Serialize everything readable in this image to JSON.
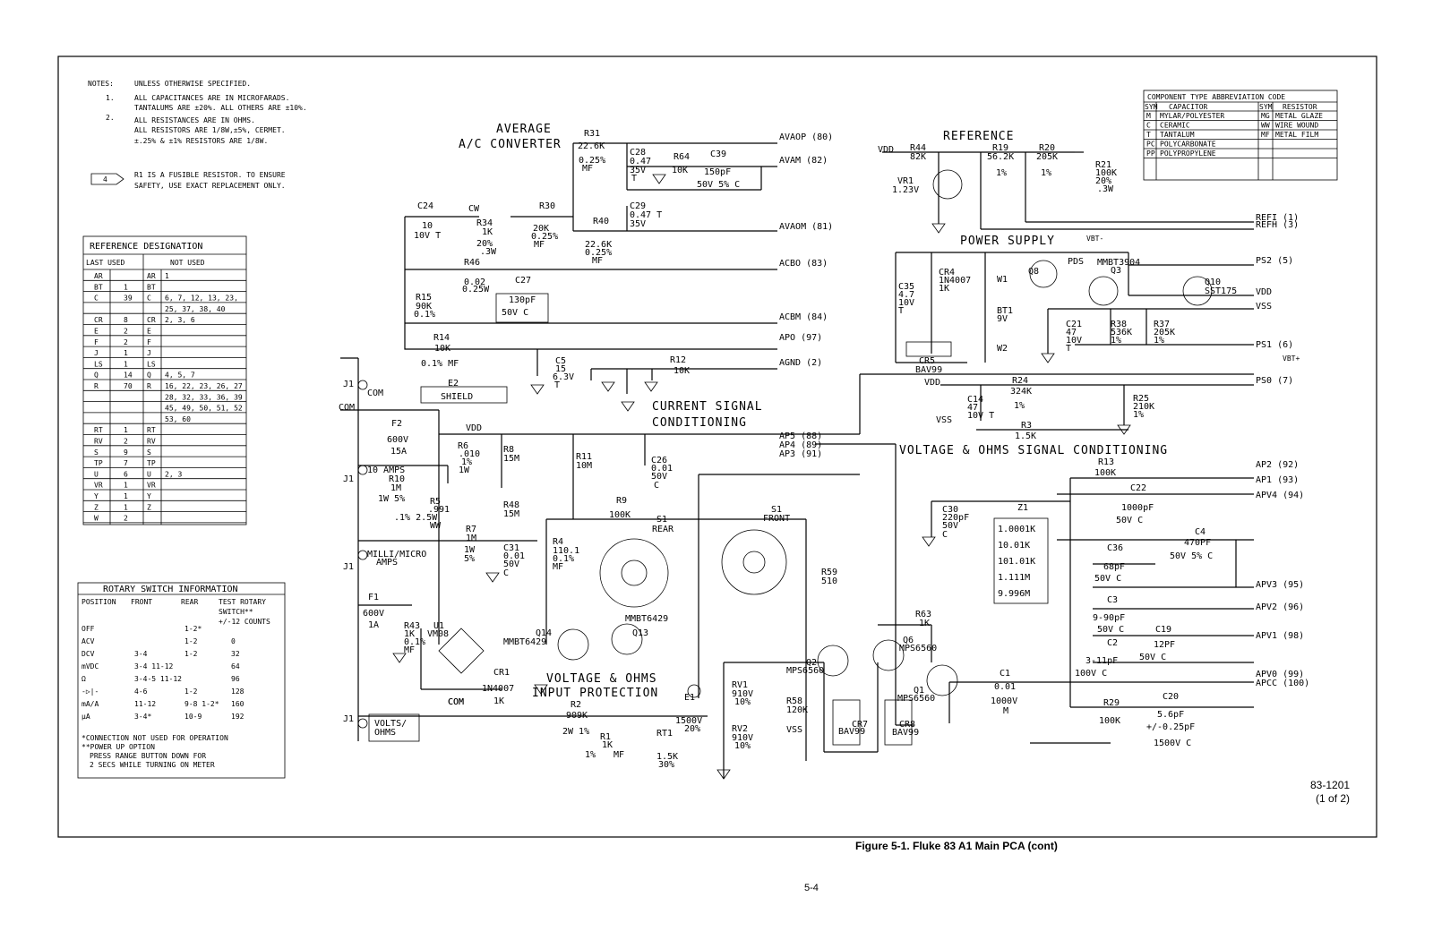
{
  "notes": {
    "heading": "NOTES:",
    "intro": "UNLESS OTHERWISE SPECIFIED.",
    "n1_num": "1.",
    "n1_a": "ALL CAPACITANCES ARE IN MICROFARADS.",
    "n1_b": "TANTALUMS ARE ±20%. ALL OTHERS ARE ±10%.",
    "n2_num": "2.",
    "n2_a": "ALL RESISTANCES ARE IN OHMS.",
    "n2_b": "ALL RESISTORS ARE 1/8W,±5%, CERMET.",
    "n2_c": "±.25% & ±1% RESISTORS ARE 1/8W.",
    "fuse_tag": "4",
    "fuse_a": "R1 IS A FUSIBLE RESISTOR. TO ENSURE",
    "fuse_b": "SAFETY, USE EXACT REPLACEMENT ONLY."
  },
  "ref_table": {
    "title": "REFERENCE DESIGNATION",
    "h_last": "LAST USED",
    "h_not": "NOT USED",
    "rows": [
      {
        "d": "AR",
        "n": "",
        "d2": "AR",
        "x": "1"
      },
      {
        "d": "BT",
        "n": "1",
        "d2": "BT",
        "x": ""
      },
      {
        "d": "C",
        "n": "39",
        "d2": "C",
        "x": "6, 7, 12, 13, 23,"
      },
      {
        "d": "",
        "n": "",
        "d2": "",
        "x": "25, 37, 38, 40"
      },
      {
        "d": "CR",
        "n": "8",
        "d2": "CR",
        "x": "2, 3, 6"
      },
      {
        "d": "E",
        "n": "2",
        "d2": "E",
        "x": ""
      },
      {
        "d": "F",
        "n": "2",
        "d2": "F",
        "x": ""
      },
      {
        "d": "J",
        "n": "1",
        "d2": "J",
        "x": ""
      },
      {
        "d": "LS",
        "n": "1",
        "d2": "LS",
        "x": ""
      },
      {
        "d": "Q",
        "n": "14",
        "d2": "Q",
        "x": "4, 5, 7"
      },
      {
        "d": "R",
        "n": "70",
        "d2": "R",
        "x": "16, 22, 23, 26, 27"
      },
      {
        "d": "",
        "n": "",
        "d2": "",
        "x": "28, 32, 33, 36, 39"
      },
      {
        "d": "",
        "n": "",
        "d2": "",
        "x": "45, 49, 50, 51, 52"
      },
      {
        "d": "",
        "n": "",
        "d2": "",
        "x": "53, 60"
      },
      {
        "d": "RT",
        "n": "1",
        "d2": "RT",
        "x": ""
      },
      {
        "d": "RV",
        "n": "2",
        "d2": "RV",
        "x": ""
      },
      {
        "d": "S",
        "n": "9",
        "d2": "S",
        "x": ""
      },
      {
        "d": "TP",
        "n": "7",
        "d2": "TP",
        "x": ""
      },
      {
        "d": "U",
        "n": "6",
        "d2": "U",
        "x": "2, 3"
      },
      {
        "d": "VR",
        "n": "1",
        "d2": "VR",
        "x": ""
      },
      {
        "d": "Y",
        "n": "1",
        "d2": "Y",
        "x": ""
      },
      {
        "d": "Z",
        "n": "1",
        "d2": "Z",
        "x": ""
      },
      {
        "d": "W",
        "n": "2",
        "d2": "",
        "x": ""
      }
    ]
  },
  "rotary": {
    "title": "ROTARY SWITCH INFORMATION",
    "h_pos": "POSITION",
    "h_front": "FRONT",
    "h_rear": "REAR",
    "h_test1": "TEST ROTARY",
    "h_test2": "SWITCH**",
    "h_test3": "+/-12 COUNTS",
    "rows": [
      {
        "p": "OFF",
        "f": "",
        "r": "1-2*",
        "t": ""
      },
      {
        "p": "ACV",
        "f": "",
        "r": "1-2",
        "t": "0"
      },
      {
        "p": "DCV",
        "f": "3-4",
        "r": "1-2",
        "t": "32"
      },
      {
        "p": "mVDC",
        "f": "3-4 11-12",
        "r": "",
        "t": "64"
      },
      {
        "p": "Ω",
        "f": "3-4-5 11-12",
        "r": "",
        "t": "96"
      },
      {
        "p": "-▷|-",
        "f": "4-6",
        "r": "1-2",
        "t": "128"
      },
      {
        "p": "mA/A",
        "f": "11-12",
        "r": "9-8 1-2*",
        "t": "160"
      },
      {
        "p": "μA",
        "f": "3-4*",
        "r": "10-9",
        "t": "192"
      }
    ],
    "foot1": "*CONNECTION NOT USED FOR OPERATION",
    "foot2": "**POWER UP OPTION",
    "foot3": "PRESS RANGE BUTTON DOWN FOR",
    "foot4": "2 SECS WHILE TURNING ON METER"
  },
  "abbrev": {
    "title": "COMPONENT TYPE ABBREVIATION CODE",
    "h_sym": "SYM",
    "h_cap": "CAPACITOR",
    "h_sym2": "SYM",
    "h_res": "RESISTOR",
    "rows": [
      {
        "s": "M",
        "c": "MYLAR/POLYESTER",
        "s2": "MG",
        "r": "METAL GLAZE"
      },
      {
        "s": "C",
        "c": "CERAMIC",
        "s2": "WW",
        "r": "WIRE WOUND"
      },
      {
        "s": "T",
        "c": "TANTALUM",
        "s2": "MF",
        "r": "METAL FILM"
      },
      {
        "s": "PC",
        "c": "POLYCARBONATE",
        "s2": "",
        "r": ""
      },
      {
        "s": "PP",
        "c": "POLYPROPYLENE",
        "s2": "",
        "r": ""
      }
    ]
  },
  "sections": {
    "avg1": "AVERAGE",
    "avg2": "A/C CONVERTER",
    "current1": "CURRENT SIGNAL",
    "current2": "CONDITIONING",
    "reference": "REFERENCE",
    "power": "POWER SUPPLY",
    "vohms": "VOLTAGE & OHMS   SIGNAL CONDITIONING",
    "input1": "VOLTAGE & OHMS",
    "input2": "INPUT PROTECTION"
  },
  "nets": {
    "avaop": "AVAOP (80)",
    "avam": "AVAM (82)",
    "avaom": "AVAOM (81)",
    "acbo": "ACBO (83)",
    "acbm": "ACBM (84)",
    "apo": "APO (97)",
    "agnd": "AGND (2)",
    "ap5": "AP5 (88)",
    "ap4": "AP4 (89)",
    "ap3": "AP3 (91)",
    "refi": "REFI (1)",
    "refh": "REFH (3)",
    "ps2": "PS2 (5)",
    "vdd": "VDD",
    "vss": "VSS",
    "ps1": "PS1 (6)",
    "ps0": "PS0 (7)",
    "vbtm": "VBT-",
    "vbtp": "VBT+",
    "ap2": "AP2 (92)",
    "ap1": "AP1 (93)",
    "apv4": "APV4 (94)",
    "apv3": "APV3 (95)",
    "apv2": "APV2 (96)",
    "apv1": "APV1 (98)",
    "apv0": "APV0 (99)",
    "apcc": "APCC (100)",
    "com": "COM",
    "pds": "PDS"
  },
  "connectors": {
    "j1": "J1",
    "com": "COM",
    "shield_e": "E2",
    "shield": "SHIELD",
    "amps10": "10 AMPS",
    "milli1": "MILLI/MICRO",
    "milli2": "AMPS",
    "volts1": "VOLTS/",
    "volts2": "OHMS"
  },
  "parts": [
    {
      "k": "c24",
      "t": "C24"
    },
    {
      "k": "c24v",
      "t": "10"
    },
    {
      "k": "c24r",
      "t": "10V   T"
    },
    {
      "k": "cw",
      "t": "CW"
    },
    {
      "k": "r34",
      "t": "R34"
    },
    {
      "k": "r34v",
      "t": "1K"
    },
    {
      "k": "r34a",
      "t": "20%"
    },
    {
      "k": "r34b",
      "t": ".3W"
    },
    {
      "k": "r30",
      "t": "R30"
    },
    {
      "k": "r30v",
      "t": "20K"
    },
    {
      "k": "r30a",
      "t": "0.25%"
    },
    {
      "k": "r30b",
      "t": "MF"
    },
    {
      "k": "r31",
      "t": "R31"
    },
    {
      "k": "r31v",
      "t": "22.6K"
    },
    {
      "k": "r31a",
      "t": "0.25%"
    },
    {
      "k": "r31b",
      "t": "MF"
    },
    {
      "k": "c28",
      "t": "C28"
    },
    {
      "k": "c28v",
      "t": "0.47"
    },
    {
      "k": "c28a",
      "t": "35V"
    },
    {
      "k": "c28b",
      "t": "T"
    },
    {
      "k": "r64",
      "t": "R64"
    },
    {
      "k": "r64v",
      "t": "10K"
    },
    {
      "k": "c39",
      "t": "C39"
    },
    {
      "k": "c39v",
      "t": "150pF"
    },
    {
      "k": "c39a",
      "t": "50V   5%   C"
    },
    {
      "k": "c29",
      "t": "C29"
    },
    {
      "k": "c29v",
      "t": "0.47  T"
    },
    {
      "k": "c29a",
      "t": "35V"
    },
    {
      "k": "r40",
      "t": "R40"
    },
    {
      "k": "r40v",
      "t": "22.6K"
    },
    {
      "k": "r40a",
      "t": "0.25%"
    },
    {
      "k": "r40b",
      "t": "MF"
    },
    {
      "k": "r46",
      "t": "R46"
    },
    {
      "k": "r46v",
      "t": "0.02"
    },
    {
      "k": "r46a",
      "t": "0.25W"
    },
    {
      "k": "c27",
      "t": "C27"
    },
    {
      "k": "c27v",
      "t": "130pF"
    },
    {
      "k": "c27a",
      "t": "50V   C"
    },
    {
      "k": "r15",
      "t": "R15"
    },
    {
      "k": "r15v",
      "t": "90K"
    },
    {
      "k": "r15a",
      "t": "0.1%"
    },
    {
      "k": "r14",
      "t": "R14"
    },
    {
      "k": "r14v",
      "t": "10K"
    },
    {
      "k": "r14a",
      "t": "0.1% MF"
    },
    {
      "k": "c5",
      "t": "C5"
    },
    {
      "k": "c5v",
      "t": "15"
    },
    {
      "k": "c5a",
      "t": "6.3V"
    },
    {
      "k": "c5b",
      "t": "T"
    },
    {
      "k": "r12",
      "t": "R12"
    },
    {
      "k": "r12v",
      "t": "10K"
    },
    {
      "k": "f2",
      "t": "F2"
    },
    {
      "k": "f2v",
      "t": "600V"
    },
    {
      "k": "f2a",
      "t": "15A"
    },
    {
      "k": "r6",
      "t": "R6"
    },
    {
      "k": "r6v",
      "t": ".010"
    },
    {
      "k": "r6a",
      "t": "1%"
    },
    {
      "k": "r6b",
      "t": "1W"
    },
    {
      "k": "r8",
      "t": "R8"
    },
    {
      "k": "r8v",
      "t": "15M"
    },
    {
      "k": "r11",
      "t": "R11"
    },
    {
      "k": "r11v",
      "t": "10M"
    },
    {
      "k": "c26",
      "t": "C26"
    },
    {
      "k": "c26v",
      "t": "0.01"
    },
    {
      "k": "c26a",
      "t": "50V"
    },
    {
      "k": "c26b",
      "t": "C"
    },
    {
      "k": "r10",
      "t": "R10"
    },
    {
      "k": "r10v",
      "t": "1M"
    },
    {
      "k": "r10a",
      "t": "1W 5%"
    },
    {
      "k": "r5",
      "t": "R5"
    },
    {
      "k": "r5v",
      "t": ".991"
    },
    {
      "k": "r5a",
      "t": ".1% 2.5W"
    },
    {
      "k": "r5b",
      "t": "WW"
    },
    {
      "k": "r48",
      "t": "R48"
    },
    {
      "k": "r48v",
      "t": "15M"
    },
    {
      "k": "r9",
      "t": "R9"
    },
    {
      "k": "r9v",
      "t": "100K"
    },
    {
      "k": "s1r",
      "t": "S1"
    },
    {
      "k": "s1ra",
      "t": "REAR"
    },
    {
      "k": "s1f",
      "t": "S1"
    },
    {
      "k": "s1fa",
      "t": "FRONT"
    },
    {
      "k": "r7",
      "t": "R7"
    },
    {
      "k": "r7v",
      "t": "1M"
    },
    {
      "k": "r7a",
      "t": "1W"
    },
    {
      "k": "r7b",
      "t": "5%"
    },
    {
      "k": "c31",
      "t": "C31"
    },
    {
      "k": "c31v",
      "t": "0.01"
    },
    {
      "k": "c31a",
      "t": "50V"
    },
    {
      "k": "c31b",
      "t": "C"
    },
    {
      "k": "r4",
      "t": "R4"
    },
    {
      "k": "r4v",
      "t": "110.1"
    },
    {
      "k": "r4a",
      "t": "0.1%"
    },
    {
      "k": "r4b",
      "t": "MF"
    },
    {
      "k": "f1",
      "t": "F1"
    },
    {
      "k": "f1v",
      "t": "600V"
    },
    {
      "k": "f1a",
      "t": "1A"
    },
    {
      "k": "r43",
      "t": "R43"
    },
    {
      "k": "r43v",
      "t": "1K"
    },
    {
      "k": "r43a",
      "t": "0.1%"
    },
    {
      "k": "r43b",
      "t": "MF"
    },
    {
      "k": "u1",
      "t": "U1"
    },
    {
      "k": "u1v",
      "t": "VM08"
    },
    {
      "k": "q14",
      "t": "Q14"
    },
    {
      "k": "q14v",
      "t": "MMBT6429"
    },
    {
      "k": "q13",
      "t": "Q13"
    },
    {
      "k": "q13v",
      "t": "MMBT6429"
    },
    {
      "k": "cr1",
      "t": "CR1"
    },
    {
      "k": "cr1v",
      "t": "1N4007"
    },
    {
      "k": "cr1a",
      "t": "1K"
    },
    {
      "k": "r2",
      "t": "R2"
    },
    {
      "k": "r2v",
      "t": "909K"
    },
    {
      "k": "r2a",
      "t": "2W 1%"
    },
    {
      "k": "r1",
      "t": "R1"
    },
    {
      "k": "r1v",
      "t": "1K"
    },
    {
      "k": "r1a",
      "t": "1%"
    },
    {
      "k": "r1b",
      "t": "MF"
    },
    {
      "k": "rt1",
      "t": "RT1"
    },
    {
      "k": "rt1v",
      "t": "1.5K"
    },
    {
      "k": "rt1a",
      "t": "30%"
    },
    {
      "k": "e1",
      "t": "E1"
    },
    {
      "k": "e1v",
      "t": "1500V"
    },
    {
      "k": "e1a",
      "t": "20%"
    },
    {
      "k": "rv1",
      "t": "RV1"
    },
    {
      "k": "rv1v",
      "t": "910V"
    },
    {
      "k": "rv1a",
      "t": "10%"
    },
    {
      "k": "rv2",
      "t": "RV2"
    },
    {
      "k": "rv2v",
      "t": "910V"
    },
    {
      "k": "rv2a",
      "t": "10%"
    },
    {
      "k": "r58",
      "t": "R58"
    },
    {
      "k": "r58v",
      "t": "120K"
    },
    {
      "k": "cr7",
      "t": "CR7"
    },
    {
      "k": "cr7v",
      "t": "BAV99"
    },
    {
      "k": "cr8",
      "t": "CR8"
    },
    {
      "k": "cr8v",
      "t": "BAV99"
    },
    {
      "k": "q2",
      "t": "Q2"
    },
    {
      "k": "q2v",
      "t": "MPS6560"
    },
    {
      "k": "q6",
      "t": "Q6"
    },
    {
      "k": "q6v",
      "t": "MPS6560"
    },
    {
      "k": "q1",
      "t": "Q1"
    },
    {
      "k": "q1v",
      "t": "MPS6560"
    },
    {
      "k": "r59",
      "t": "R59"
    },
    {
      "k": "r59v",
      "t": "510"
    },
    {
      "k": "r63",
      "t": "R63"
    },
    {
      "k": "r63v",
      "t": "1K"
    },
    {
      "k": "vr1",
      "t": "VR1"
    },
    {
      "k": "vr1v",
      "t": "1.23V"
    },
    {
      "k": "r44",
      "t": "R44"
    },
    {
      "k": "r44v",
      "t": "82K"
    },
    {
      "k": "r19",
      "t": "R19"
    },
    {
      "k": "r19v",
      "t": "56.2K"
    },
    {
      "k": "r19a",
      "t": "1%"
    },
    {
      "k": "r20",
      "t": "R20"
    },
    {
      "k": "r20v",
      "t": "205K"
    },
    {
      "k": "r20a",
      "t": "1%"
    },
    {
      "k": "r21",
      "t": "R21"
    },
    {
      "k": "r21v",
      "t": "100K"
    },
    {
      "k": "r21a",
      "t": "20%"
    },
    {
      "k": "r21b",
      "t": ".3W"
    },
    {
      "k": "c35",
      "t": "C35"
    },
    {
      "k": "c35v",
      "t": "4.7"
    },
    {
      "k": "c35a",
      "t": "10V"
    },
    {
      "k": "c35b",
      "t": "T"
    },
    {
      "k": "cr4",
      "t": "CR4"
    },
    {
      "k": "cr4v",
      "t": "1N4007"
    },
    {
      "k": "cr4a",
      "t": "1K"
    },
    {
      "k": "w1",
      "t": "W1"
    },
    {
      "k": "bt1",
      "t": "BT1"
    },
    {
      "k": "bt1v",
      "t": "9V"
    },
    {
      "k": "w2",
      "t": "W2"
    },
    {
      "k": "q8",
      "t": "Q8"
    },
    {
      "k": "q3",
      "t": "Q3"
    },
    {
      "k": "q3v",
      "t": "MMBT3904"
    },
    {
      "k": "q10",
      "t": "Q10"
    },
    {
      "k": "q10v",
      "t": "SST175"
    },
    {
      "k": "cr5",
      "t": "CR5"
    },
    {
      "k": "cr5v",
      "t": "BAV99"
    },
    {
      "k": "c21",
      "t": "C21"
    },
    {
      "k": "c21v",
      "t": "47"
    },
    {
      "k": "c21a",
      "t": "10V"
    },
    {
      "k": "c21b",
      "t": "T"
    },
    {
      "k": "r38",
      "t": "R38"
    },
    {
      "k": "r38v",
      "t": "536K"
    },
    {
      "k": "r38a",
      "t": "1%"
    },
    {
      "k": "r37",
      "t": "R37"
    },
    {
      "k": "r37v",
      "t": "205K"
    },
    {
      "k": "r37a",
      "t": "1%"
    },
    {
      "k": "r24",
      "t": "R24"
    },
    {
      "k": "r24v",
      "t": "324K"
    },
    {
      "k": "r24a",
      "t": "1%"
    },
    {
      "k": "c14",
      "t": "C14"
    },
    {
      "k": "c14v",
      "t": "47"
    },
    {
      "k": "c14a",
      "t": "10V T"
    },
    {
      "k": "r25",
      "t": "R25"
    },
    {
      "k": "r25v",
      "t": "210K"
    },
    {
      "k": "r25a",
      "t": "1%"
    },
    {
      "k": "r3",
      "t": "R3"
    },
    {
      "k": "r3v",
      "t": "1.5K"
    },
    {
      "k": "r13",
      "t": "R13"
    },
    {
      "k": "r13v",
      "t": "100K"
    },
    {
      "k": "c22",
      "t": "C22"
    },
    {
      "k": "c22v",
      "t": "1000pF"
    },
    {
      "k": "c22a",
      "t": "50V   C"
    },
    {
      "k": "c30",
      "t": "C30"
    },
    {
      "k": "c30v",
      "t": "220pF"
    },
    {
      "k": "c30a",
      "t": "50V"
    },
    {
      "k": "c30b",
      "t": "C"
    },
    {
      "k": "z1",
      "t": "Z1"
    },
    {
      "k": "z1a",
      "t": "1.0001K"
    },
    {
      "k": "z1b",
      "t": "10.01K"
    },
    {
      "k": "z1c",
      "t": "101.01K"
    },
    {
      "k": "z1d",
      "t": "1.111M"
    },
    {
      "k": "z1e",
      "t": "9.996M"
    },
    {
      "k": "c4",
      "t": "C4"
    },
    {
      "k": "c4v",
      "t": "470PF"
    },
    {
      "k": "c4a",
      "t": "50V  5%  C"
    },
    {
      "k": "c36",
      "t": "C36"
    },
    {
      "k": "c36v",
      "t": "68pF"
    },
    {
      "k": "c36a",
      "t": "50V  C"
    },
    {
      "k": "c3",
      "t": "C3"
    },
    {
      "k": "c3v",
      "t": "9-90pF"
    },
    {
      "k": "c3a",
      "t": "50V C"
    },
    {
      "k": "c19",
      "t": "C19"
    },
    {
      "k": "c19v",
      "t": "12PF"
    },
    {
      "k": "c19a",
      "t": "50V  C"
    },
    {
      "k": "c2",
      "t": "C2"
    },
    {
      "k": "c2v",
      "t": "3-11pF"
    },
    {
      "k": "c2a",
      "t": "100V  C"
    },
    {
      "k": "c1",
      "t": "C1"
    },
    {
      "k": "c1v",
      "t": "0.01"
    },
    {
      "k": "c1a",
      "t": "1000V"
    },
    {
      "k": "c1b",
      "t": "M"
    },
    {
      "k": "r29",
      "t": "R29"
    },
    {
      "k": "r29v",
      "t": "100K"
    },
    {
      "k": "c20",
      "t": "C20"
    },
    {
      "k": "c20v",
      "t": "5.6pF"
    },
    {
      "k": "c20a",
      "t": "+/-0.25pF"
    },
    {
      "k": "c20b",
      "t": "1500V  C"
    },
    {
      "k": "vss2",
      "t": "VSS"
    },
    {
      "k": "vdd2",
      "t": "VDD"
    },
    {
      "k": "vdd3",
      "t": "VDD"
    },
    {
      "k": "vdd4",
      "t": "VDD"
    },
    {
      "k": "vss3",
      "t": "VSS"
    },
    {
      "k": "com2",
      "t": "COM"
    }
  ],
  "footer": {
    "caption": "Figure 5-1. Fluke 83 A1 Main PCA (cont)",
    "page": "5-4",
    "dwg": "83-1201",
    "sheet": "(1 of 2)"
  }
}
